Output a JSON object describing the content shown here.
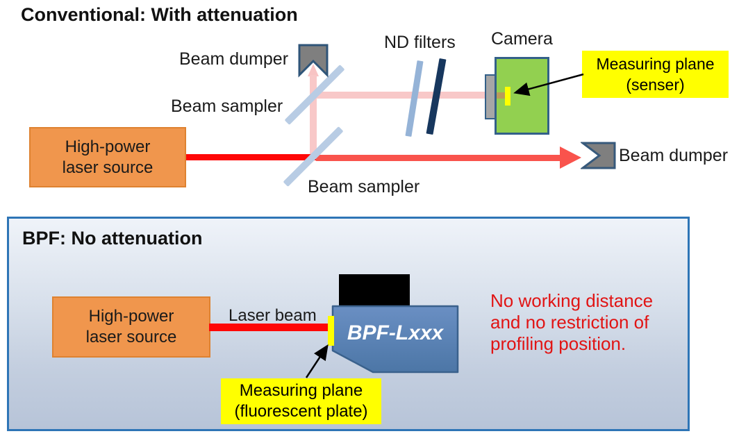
{
  "conventional": {
    "title": "Conventional: With attenuation",
    "source_label": "High-power\nlaser source",
    "beam_dumper_top_label": "Beam dumper",
    "beam_sampler_top_label": "Beam sampler",
    "nd_filters_label": "ND filters",
    "camera_label": "Camera",
    "beam_sampler_bottom_label": "Beam sampler",
    "beam_dumper_right_label": "Beam dumper",
    "measuring_plane_callout": "Measuring plane\n(senser)"
  },
  "bpf": {
    "title": "BPF: No attenuation",
    "source_label": "High-power\nlaser source",
    "laser_beam_label": "Laser beam",
    "device_label": "BPF-Lxxx",
    "note": "No working distance\nand no restriction of\nprofiling position.",
    "measuring_plane_callout": "Measuring plane\n(fluorescent plate)"
  },
  "colors": {
    "laser_red": "#FF0707",
    "laser_red_light": "#F9534C",
    "sampled_beam_pink": "#F8C8C8",
    "beam_sampler_blue": "#B8CCE4",
    "nd_filter_light": "#95B3D7",
    "nd_filter_dark": "#17375E",
    "camera_green": "#92D050",
    "source_orange": "#F0964D",
    "highlight_yellow": "#FFFF00",
    "dumper_gray": "#7F7F7F",
    "device_blue": "#5580B5",
    "panel_border_blue": "#2E75B6",
    "note_red": "#E11414"
  }
}
